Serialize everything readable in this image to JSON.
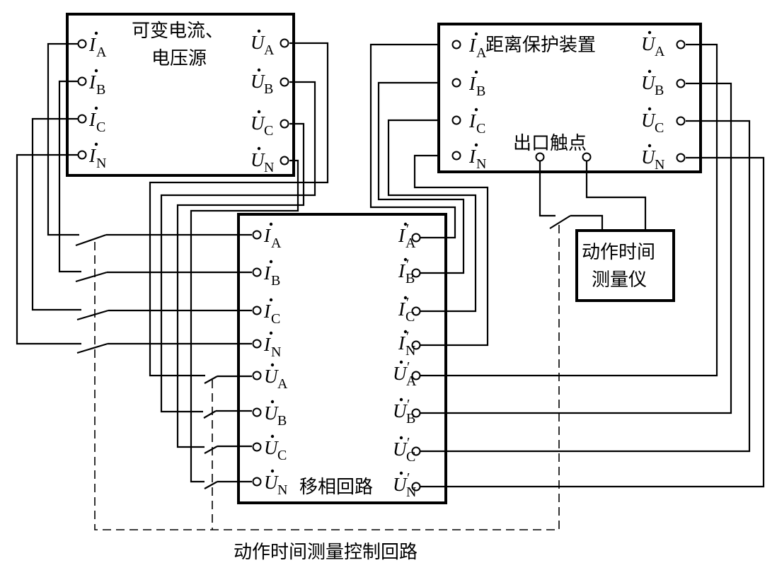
{
  "diagram": {
    "caption": "动作时间测量控制回路",
    "colors": {
      "line": "#000000",
      "background": "#ffffff"
    },
    "source_box": {
      "title_line1": "可变电流、",
      "title_line2": "电压源",
      "left_terminals": [
        {
          "symbol": "I",
          "sub": "A"
        },
        {
          "symbol": "I",
          "sub": "B"
        },
        {
          "symbol": "I",
          "sub": "C"
        },
        {
          "symbol": "I",
          "sub": "N"
        }
      ],
      "right_terminals": [
        {
          "symbol": "U",
          "sub": "A"
        },
        {
          "symbol": "U",
          "sub": "B"
        },
        {
          "symbol": "U",
          "sub": "C"
        },
        {
          "symbol": "U",
          "sub": "N"
        }
      ]
    },
    "relay_box": {
      "title": "距离保护装置",
      "contact_label": "出口触点",
      "left_terminals": [
        {
          "symbol": "I",
          "sub": "A"
        },
        {
          "symbol": "I",
          "sub": "B"
        },
        {
          "symbol": "I",
          "sub": "C"
        },
        {
          "symbol": "I",
          "sub": "N"
        }
      ],
      "right_terminals": [
        {
          "symbol": "U",
          "sub": "A"
        },
        {
          "symbol": "U",
          "sub": "B"
        },
        {
          "symbol": "U",
          "sub": "C"
        },
        {
          "symbol": "U",
          "sub": "N"
        }
      ]
    },
    "phase_box": {
      "title": "移相回路",
      "left_terminals": [
        {
          "symbol": "I",
          "sub": "A"
        },
        {
          "symbol": "I",
          "sub": "B"
        },
        {
          "symbol": "I",
          "sub": "C"
        },
        {
          "symbol": "I",
          "sub": "N"
        },
        {
          "symbol": "U",
          "sub": "A"
        },
        {
          "symbol": "U",
          "sub": "B"
        },
        {
          "symbol": "U",
          "sub": "C"
        },
        {
          "symbol": "U",
          "sub": "N"
        }
      ],
      "right_terminals": [
        {
          "symbol": "I",
          "sub": "A",
          "prime": "′"
        },
        {
          "symbol": "I",
          "sub": "B",
          "prime": "′"
        },
        {
          "symbol": "I",
          "sub": "C",
          "prime": "′"
        },
        {
          "symbol": "I",
          "sub": "N",
          "prime": "′"
        },
        {
          "symbol": "U",
          "sub": "A",
          "prime": "′"
        },
        {
          "symbol": "U",
          "sub": "B",
          "prime": "′"
        },
        {
          "symbol": "U",
          "sub": "C",
          "prime": "′"
        },
        {
          "symbol": "U",
          "sub": "N",
          "prime": "′"
        }
      ]
    },
    "timer_box": {
      "title_line1": "动作时间",
      "title_line2": "测量仪"
    }
  }
}
